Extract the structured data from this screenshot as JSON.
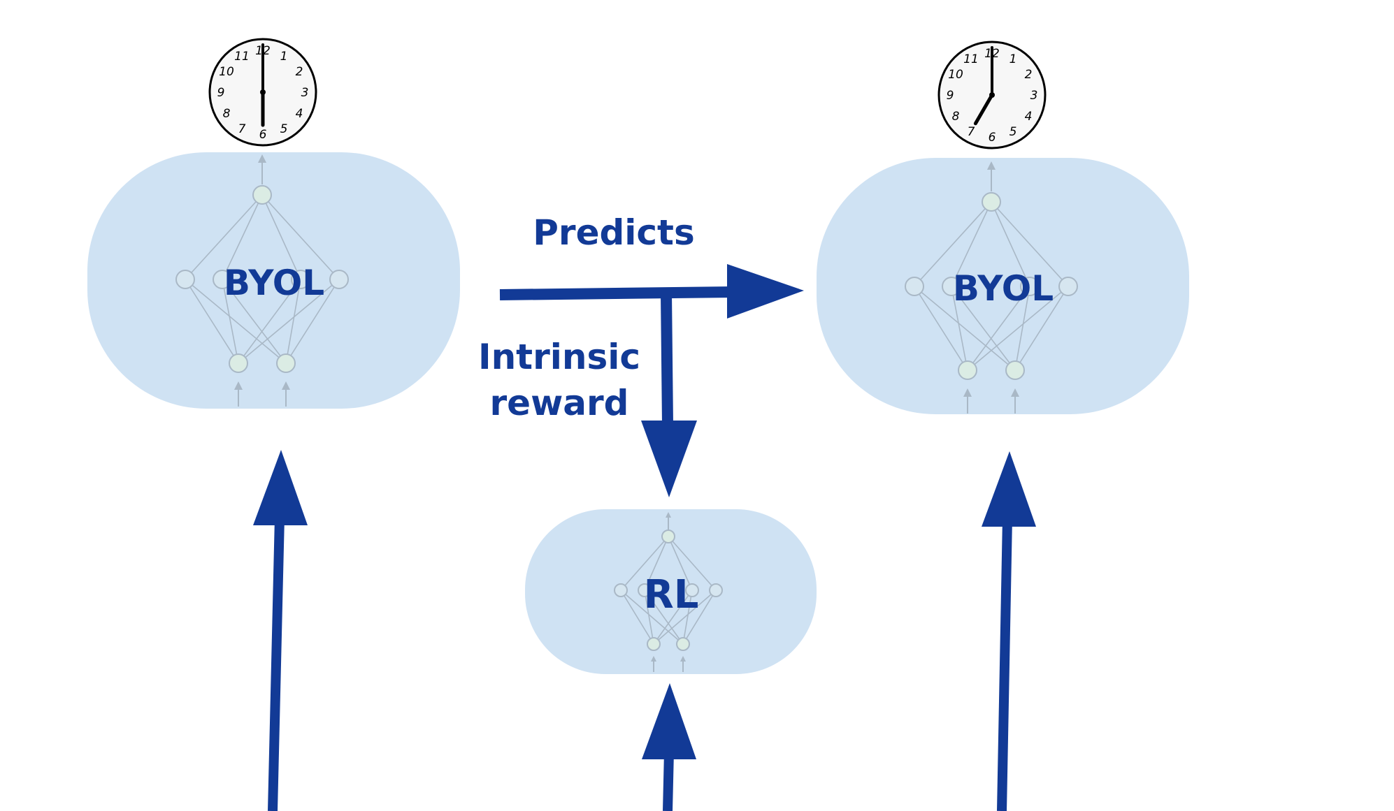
{
  "nodes": {
    "byol_left": {
      "title": "BYOL"
    },
    "byol_right": {
      "title": "BYOL"
    },
    "rl": {
      "title": "RL"
    }
  },
  "edges": {
    "predicts": {
      "label": "Predicts"
    },
    "intrinsic_reward": {
      "label_line1": "Intrinsic",
      "label_line2": "reward"
    }
  },
  "clocks": {
    "left": {
      "hour": 6,
      "minute": 0
    },
    "right": {
      "hour": 7,
      "minute": 0
    }
  },
  "clock_numerals": [
    "12",
    "1",
    "2",
    "3",
    "4",
    "5",
    "6",
    "7",
    "8",
    "9",
    "10",
    "11"
  ],
  "colors": {
    "accent": "#123a96",
    "box": "#cfe2f3"
  }
}
